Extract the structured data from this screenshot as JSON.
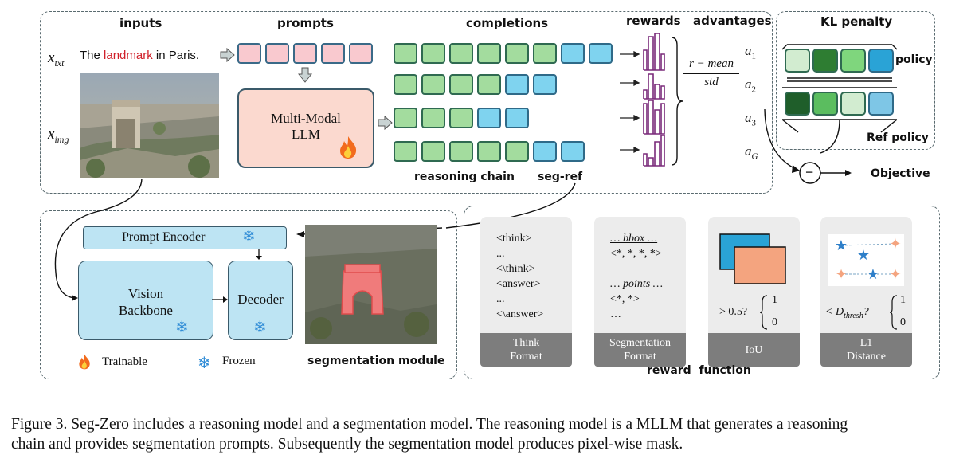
{
  "headers": {
    "inputs": "inputs",
    "prompts": "prompts",
    "completions": "completions",
    "rewards": "rewards",
    "advantages": "advantages",
    "kl_penalty": "KL penalty"
  },
  "inputs": {
    "x_txt_label": "x_txt",
    "x_img_label": "x_img",
    "prompt_text_before": "The ",
    "prompt_text_highlight": "landmark",
    "prompt_text_after": " in Paris."
  },
  "llm": {
    "line1": "Multi-Modal",
    "line2": "LLM"
  },
  "completion_labels": {
    "reasoning_chain": "reasoning chain",
    "seg_ref": "seg-ref"
  },
  "advantage": {
    "numerator": "r − mean",
    "denominator": "std",
    "a1": "a1",
    "a2": "a2",
    "a3": "a3",
    "aG": "aG"
  },
  "kl": {
    "policy": "policy",
    "ref_policy": "Ref policy",
    "objective": "Objective",
    "minus": "−"
  },
  "seg_module": {
    "prompt_encoder": "Prompt Encoder",
    "vision_backbone_1": "Vision",
    "vision_backbone_2": "Backbone",
    "decoder": "Decoder",
    "trainable": "Trainable",
    "frozen": "Frozen",
    "title": "segmentation module"
  },
  "reward_function": {
    "title": "reward  function",
    "think_lines": [
      "<think>",
      "...",
      "<\\think>",
      "<answer>",
      "...",
      "<\\answer>"
    ],
    "seg_lines": [
      "… bbox …",
      "<*, *, *, *>",
      "",
      "… points …",
      "<*, *>",
      "…"
    ],
    "think_footer": "Think\nFormat",
    "seg_footer": "Segmentation\nFormat",
    "iou_footer": "IoU",
    "l1_footer": "L1\nDistance",
    "iou_cond": "> 0.5?",
    "l1_cond": "< D_thresh?",
    "one": "1",
    "zero": "0"
  },
  "caption": {
    "line1": "Figure 3.  Seg-Zero includes a reasoning model and a segmentation model.  The reasoning model is a MLLM that generates a reasoning",
    "line2": "chain and provides segmentation prompts. Subsequently the segmentation model produces pixel-wise mask."
  },
  "colors": {
    "pink": "#f9c9cf",
    "green": "#a3dc9e",
    "blue": "#7fd3ef",
    "llm_bg": "#fbd9cf",
    "module_blue": "#bde4f3",
    "red_text": "#d0202a",
    "bar_purple": "#7a2a7a",
    "dark_green": "#2e7d32"
  }
}
